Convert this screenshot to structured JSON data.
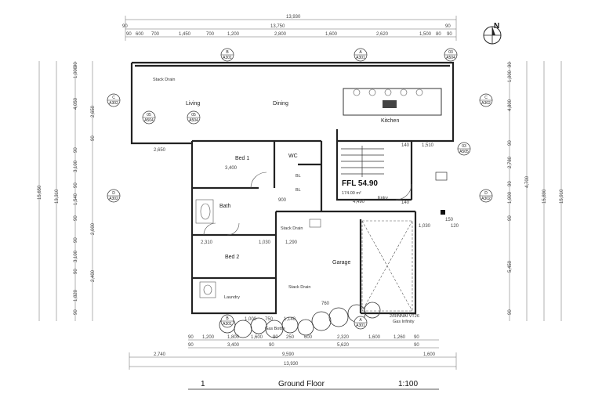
{
  "north": "N",
  "top_dims": {
    "overall": "13,930",
    "inner": "13,750",
    "end_a": "90",
    "end_b": "90",
    "segments": [
      "90",
      "600",
      "700",
      "1,450",
      "700",
      "1,200",
      "2,800",
      "1,600",
      "2,620",
      "1,500",
      "80",
      "90"
    ]
  },
  "bottom_dims": {
    "row1": [
      "90",
      "1,200",
      "1,800",
      "1,600",
      "90",
      "250",
      "600",
      "2,320",
      "1,600",
      "1,260",
      "90"
    ],
    "row2": [
      "90",
      "3,400",
      "90",
      "5,620",
      "90"
    ],
    "row3": [
      "2,740",
      "9,590",
      "1,600"
    ],
    "overall": "13,930"
  },
  "left_dims": [
    "90",
    "1,000",
    "4,050",
    "90",
    "2,650",
    "90",
    "3,100",
    "90",
    "1,540",
    "90",
    "2,000",
    "90",
    "3,100",
    "90",
    "2,400",
    "1,820",
    "90",
    "15,650",
    "13,310"
  ],
  "right_dims": [
    "90",
    "1,000",
    "4,800",
    "90",
    "2,780",
    "90",
    "1,900",
    "90",
    "5,450",
    "90",
    "15,890",
    "15,910",
    "4,700"
  ],
  "rooms": {
    "living": "Living",
    "dining": "Dining",
    "kitchen": "Kitchen",
    "bed1": "Bed 1",
    "bed2": "Bed 2",
    "bath": "Bath",
    "wc": "WC",
    "laundry": "Laundry",
    "garage": "Garage",
    "entry": "Entry",
    "bl1": "BL",
    "bl2": "BL"
  },
  "notes": {
    "stack1": "Stack Drain",
    "stack2": "Stack Drain",
    "stack3": "Stack Drain",
    "ffl": "FFL 54.90",
    "area": "174.00 m²",
    "gas": "Gas Bottle",
    "rinnai1": "2/RINNAI VT26",
    "rinnai2": "Gas Infinity"
  },
  "inner_dims": {
    "d_2650": "2,650",
    "d_3400": "3,400",
    "d_4490": "4,490",
    "d_1510": "1,510",
    "d_140a": "140",
    "d_140b": "140",
    "d_2310": "2,310",
    "d_1030": "1,030",
    "d_1290": "1,290",
    "d_1030b": "1,030",
    "d_120": "120",
    "d_150": "150",
    "d_900": "900",
    "d_1000": "1,000",
    "d_1140": "1,140",
    "d_750": "750",
    "d_760": "760"
  },
  "markers": {
    "b_top": [
      "B",
      "A301"
    ],
    "a_top": [
      "A",
      "A301"
    ],
    "c_left": [
      "C",
      "A302"
    ],
    "c_right": [
      "C",
      "A302"
    ],
    "d_left": [
      "D",
      "A302"
    ],
    "d_right": [
      "D",
      "A302"
    ],
    "b_bottom": [
      "B",
      "A301"
    ],
    "a_bottom": [
      "A",
      "A301"
    ],
    "m03": [
      "03",
      "A504"
    ],
    "m05a": [
      "05",
      "A504"
    ],
    "m05b": [
      "05",
      "A504"
    ],
    "m03b": [
      "03",
      "A505"
    ]
  },
  "title_block": {
    "number": "1",
    "name": "Ground Floor",
    "scale": "1:100"
  }
}
